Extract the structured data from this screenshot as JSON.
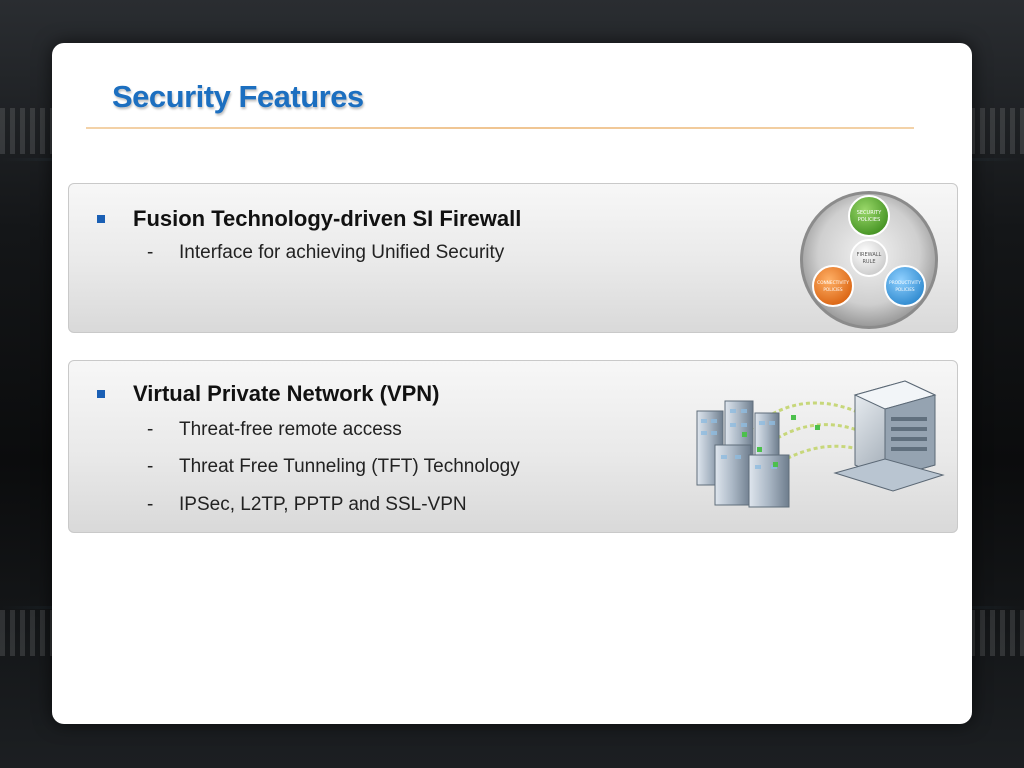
{
  "slide": {
    "title": "Security Features"
  },
  "sections": [
    {
      "heading": "Fusion Technology-driven SI Firewall",
      "items": [
        "Interface for achieving Unified Security"
      ]
    },
    {
      "heading": "Virtual Private Network (VPN)",
      "items": [
        "Threat-free remote access",
        "Threat Free Tunneling (TFT) Technology",
        "IPSec, L2TP, PPTP and SSL-VPN"
      ]
    }
  ],
  "firewall_diagram": {
    "center_line1": "FIREWALL",
    "center_line2": "RULE",
    "top_line1": "SECURITY",
    "top_line2": "POLICIES",
    "left_line1": "CONNECTIVITY",
    "left_line2": "POLICIES",
    "right_line1": "PRODUCTIVITY",
    "right_line2": "POLICIES"
  },
  "icons": [
    "bullet-square-icon",
    "dash-icon",
    "firewall-rule-diagram",
    "vpn-network-icon"
  ],
  "colors": {
    "title": "#1c6fc0",
    "bullet": "#1a5fb4",
    "security": "#5aa832",
    "connectivity": "#e8781e",
    "productivity": "#3a9ee0"
  }
}
